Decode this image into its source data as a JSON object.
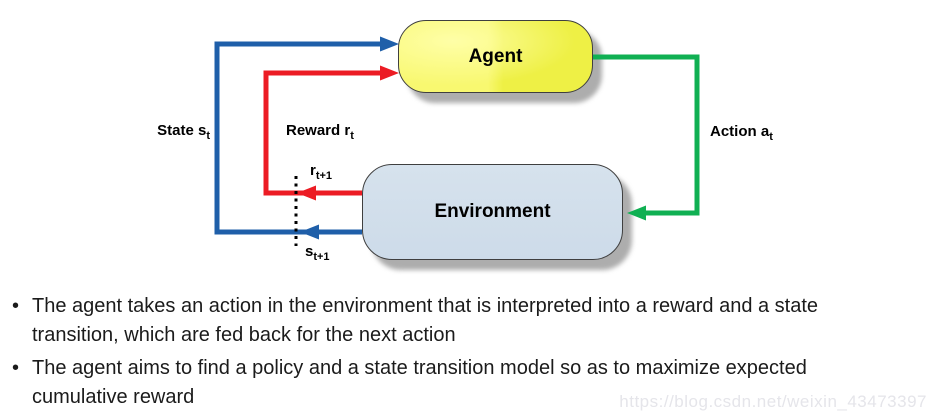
{
  "diagram": {
    "agent_label": "Agent",
    "environment_label": "Environment",
    "labels": {
      "state": {
        "text": "State s",
        "sub": "t"
      },
      "reward": {
        "text": "Reward r",
        "sub": "t"
      },
      "action": {
        "text": "Action a",
        "sub": "t"
      },
      "reward_next": {
        "text": "r",
        "sub": "t+1"
      },
      "state_next": {
        "text": "s",
        "sub": "t+1"
      }
    },
    "icons": {
      "state_arrow": "blue-feedback-arrow",
      "reward_arrow": "red-feedback-arrow",
      "action_arrow": "green-action-arrow",
      "divider": "time-step-dotted-divider"
    }
  },
  "bullets": [
    "The agent takes an action in the environment that is interpreted into a reward and a state transition, which are fed back for the next action",
    "The agent aims to find a policy and a state transition model so as to maximize expected cumulative reward"
  ],
  "watermark": "https://blog.csdn.net/weixin_43473397",
  "colors": {
    "state_arrow": "#1F5FA9",
    "reward_arrow": "#EC1C24",
    "action_arrow": "#10B053",
    "agent_fill": "#EEF045",
    "agent_fill_light": "#F8F870",
    "environment_fill": "#CDDBE9",
    "environment_fill_light": "#D6E2ED",
    "box_border": "#3F3F3F",
    "shadow": "#ADADAD",
    "divider": "#000000",
    "text": "#1B1B1B",
    "watermark": "#E5E5EA"
  }
}
